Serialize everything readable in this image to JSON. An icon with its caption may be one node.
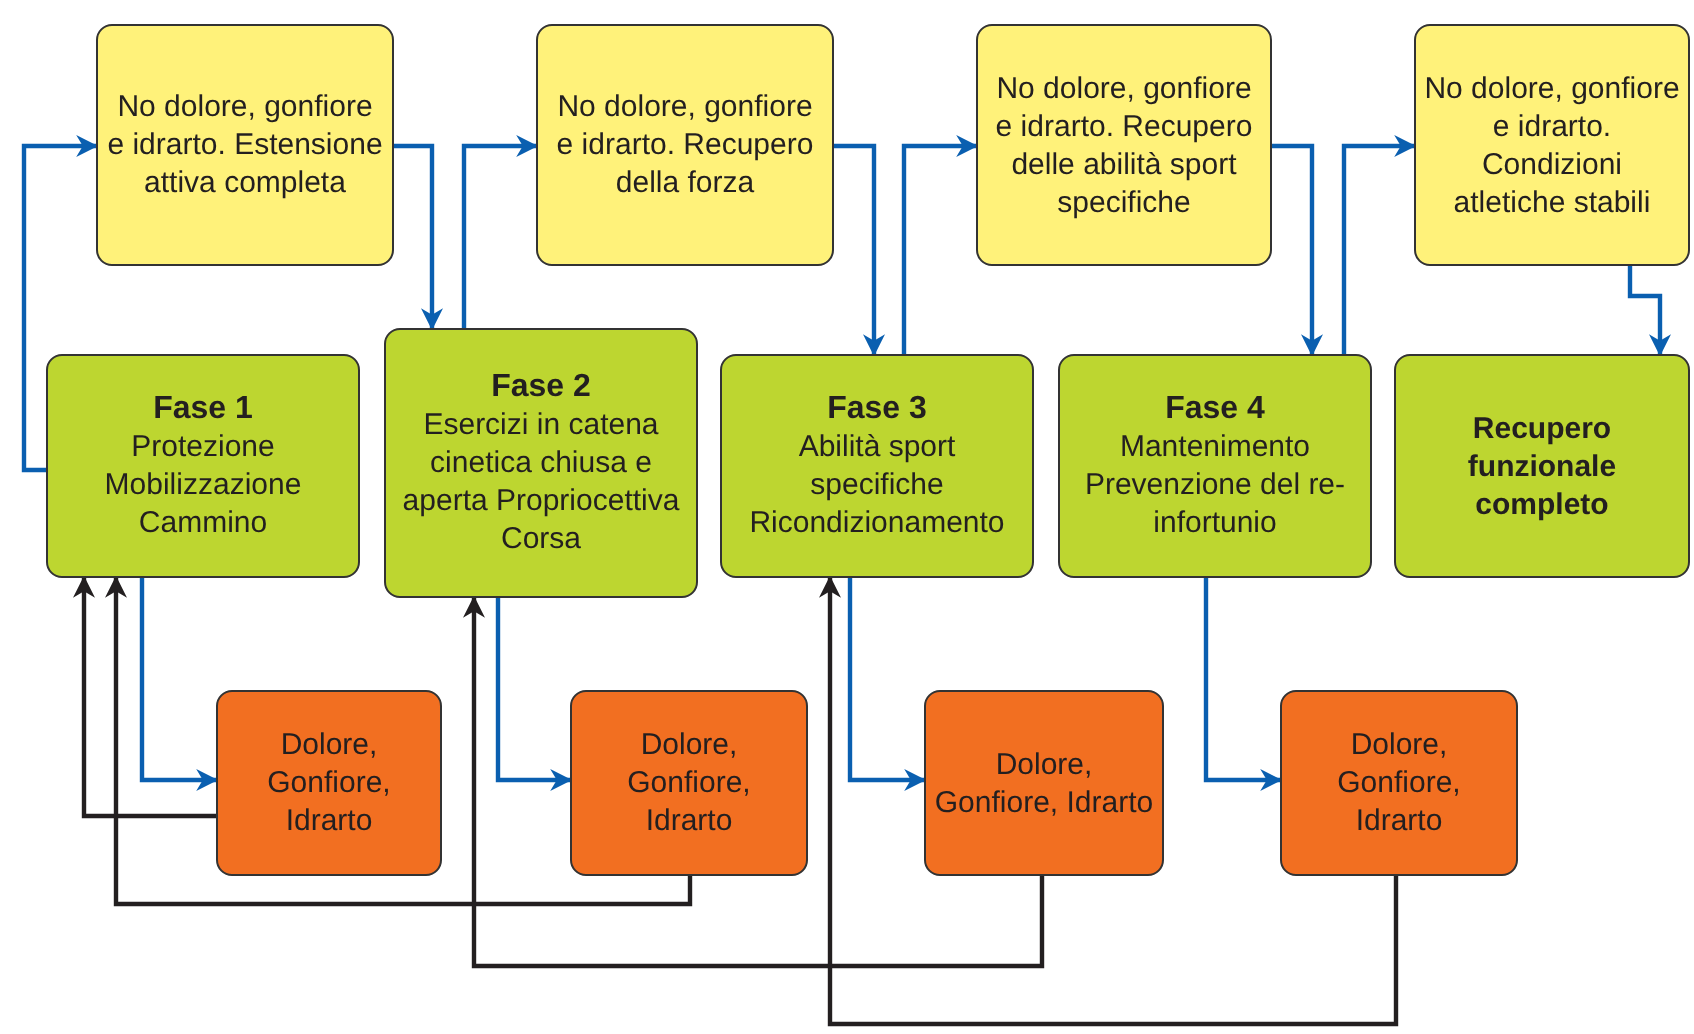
{
  "diagram": {
    "nodes": [
      {
        "text": [
          "No dolore, gonfiore e idrarto. Estensione attiva completa"
        ]
      },
      {
        "text": [
          "No dolore, gonfiore e idrarto. Recupero della forza"
        ]
      },
      {
        "text": [
          "No dolore, gonfiore e idrarto. Recupero delle abilità sport specifiche"
        ]
      },
      {
        "text": [
          "No dolore, gonfiore e idrarto. Condizioni atletiche stabili"
        ]
      },
      {
        "text": [
          "Fase 1",
          "Protezione Mobilizzazione Cammino"
        ]
      },
      {
        "text": [
          "Fase 2",
          "Esercizi in catena cinetica chiusa e aperta Propriocettiva Corsa"
        ]
      },
      {
        "text": [
          "Fase 3",
          "Abilità sport specifiche Ricondizionamento"
        ]
      },
      {
        "text": [
          "Fase 4",
          "Mantenimento Prevenzione del re-infortunio"
        ]
      },
      {
        "text": [
          "Recupero funzionale completo"
        ]
      },
      {
        "text": [
          "Dolore, Gonfiore, Idrarto"
        ]
      },
      {
        "text": [
          "Dolore, Gonfiore, Idrarto"
        ]
      },
      {
        "text": [
          "Dolore, Gonfiore, Idrarto"
        ]
      },
      {
        "text": [
          "Dolore, Gonfiore, Idrarto"
        ]
      }
    ],
    "edges": [
      {
        "from": 4,
        "to": 0,
        "arrow": "to"
      },
      {
        "from": 0,
        "to": 5,
        "arrow": "to"
      },
      {
        "from": 5,
        "to": 1,
        "arrow": "to"
      },
      {
        "from": 1,
        "to": 6,
        "arrow": "to"
      },
      {
        "from": 6,
        "to": 2,
        "arrow": "to"
      },
      {
        "from": 2,
        "to": 7,
        "arrow": "to"
      },
      {
        "from": 7,
        "to": 3,
        "arrow": "to"
      },
      {
        "from": 3,
        "to": 8,
        "arrow": "to"
      },
      {
        "from": 4,
        "to": 9,
        "arrow": "to"
      },
      {
        "from": 5,
        "to": 10,
        "arrow": "to"
      },
      {
        "from": 6,
        "to": 11,
        "arrow": "to"
      },
      {
        "from": 7,
        "to": 12,
        "arrow": "to"
      },
      {
        "from": 9,
        "to": 4,
        "arrow": "to",
        "color": "#231f20"
      },
      {
        "from": 10,
        "to": 4,
        "arrow": "to",
        "color": "#231f20"
      },
      {
        "from": 11,
        "to": 5,
        "arrow": "to",
        "color": "#231f20"
      },
      {
        "from": 12,
        "to": 6,
        "arrow": "to",
        "color": "#231f20"
      }
    ]
  }
}
